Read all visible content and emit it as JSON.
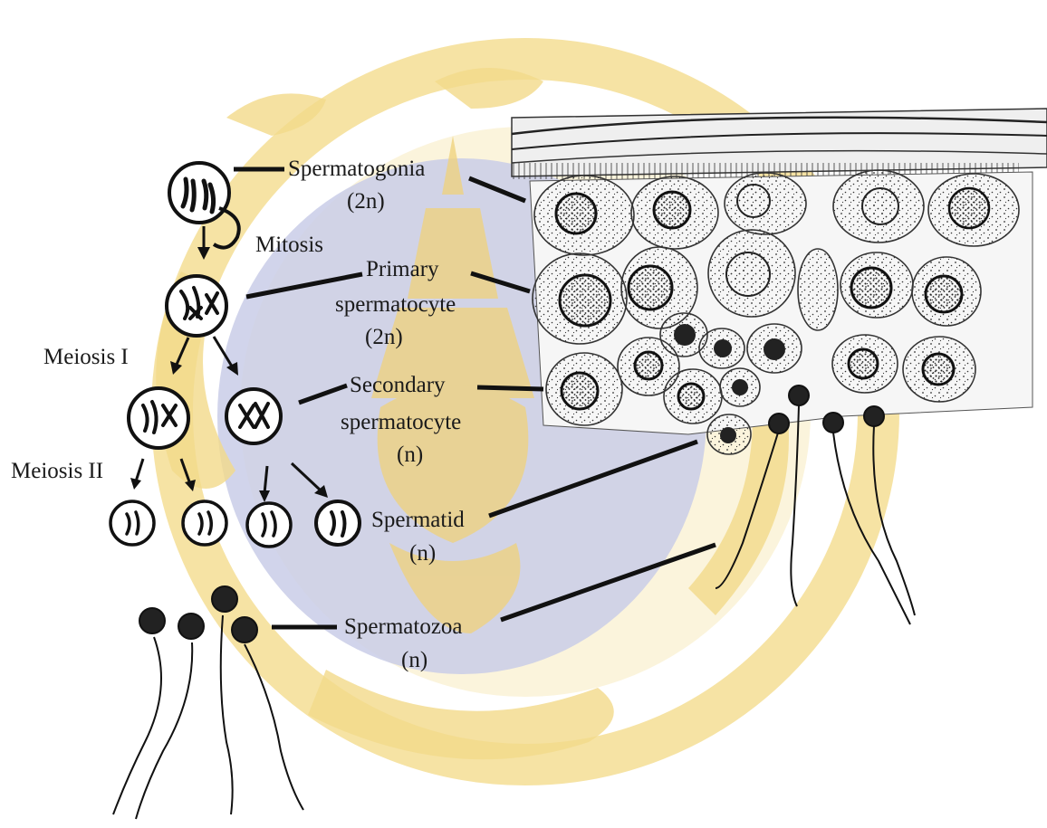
{
  "stages": {
    "spermatogonia": {
      "name": "Spermatogonia",
      "ploidy": "(2n)"
    },
    "primary": {
      "name_line1": "Primary",
      "name_line2": "spermatocyte",
      "ploidy": "(2n)"
    },
    "secondary": {
      "name_line1": "Secondary",
      "name_line2": "spermatocyte",
      "ploidy": "(n)"
    },
    "spermatid": {
      "name": "Spermatid",
      "ploidy": "(n)"
    },
    "spermatozoa": {
      "name": "Spermatozoa",
      "ploidy": "(n)"
    }
  },
  "divisions": {
    "mitosis": "Mitosis",
    "meiosis1": "Meiosis I",
    "meiosis2": "Meiosis II"
  },
  "colors": {
    "ink": "#1a1a1a",
    "watermark_gold": "#f3d98a",
    "watermark_blue": "#c7cbe6",
    "tissue_fill": "#ececec"
  }
}
